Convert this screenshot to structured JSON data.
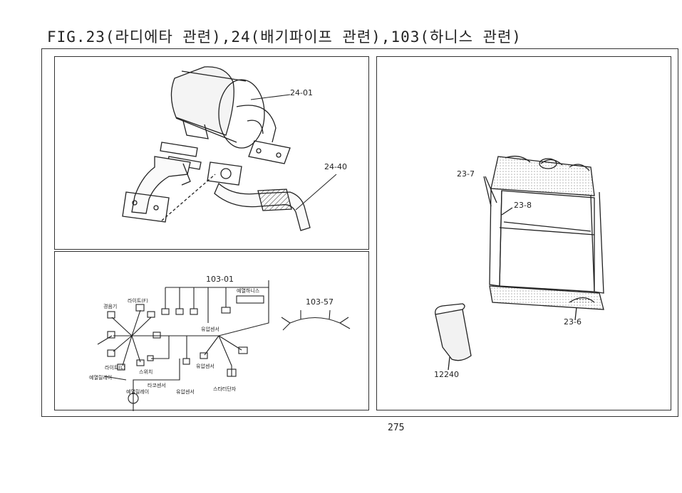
{
  "document": {
    "title": "FIG.23(라디에타 관련),24(배기파이프 관련),103(하니스 관련)",
    "page_number": "275"
  },
  "exhaust_panel": {
    "callouts": {
      "muffler": "24-01",
      "pipe": "24-40"
    }
  },
  "harness_panel": {
    "callouts": {
      "main_harness": "103-01",
      "sub_harness": "103-57"
    },
    "labels": {
      "lamp_front": "라이트(F)",
      "horn": "경음기",
      "preheat_harness": "예열하니스",
      "oil_sensor": "유압센서",
      "lamp_l": "라이트(L)",
      "switch": "스위치",
      "preheat_relay_top": "예열릴레이",
      "oil_sensor_2": "유압센서",
      "tachosensor": "타코센서",
      "oil_sensor_3": "유압센서",
      "starter_terminal": "스타터단자",
      "preheat_relay_bottom": "예열릴레이"
    }
  },
  "radiator_panel": {
    "callouts": {
      "cap": "23-7",
      "core": "23-8",
      "drain": "23-6",
      "hose": "12240"
    }
  }
}
